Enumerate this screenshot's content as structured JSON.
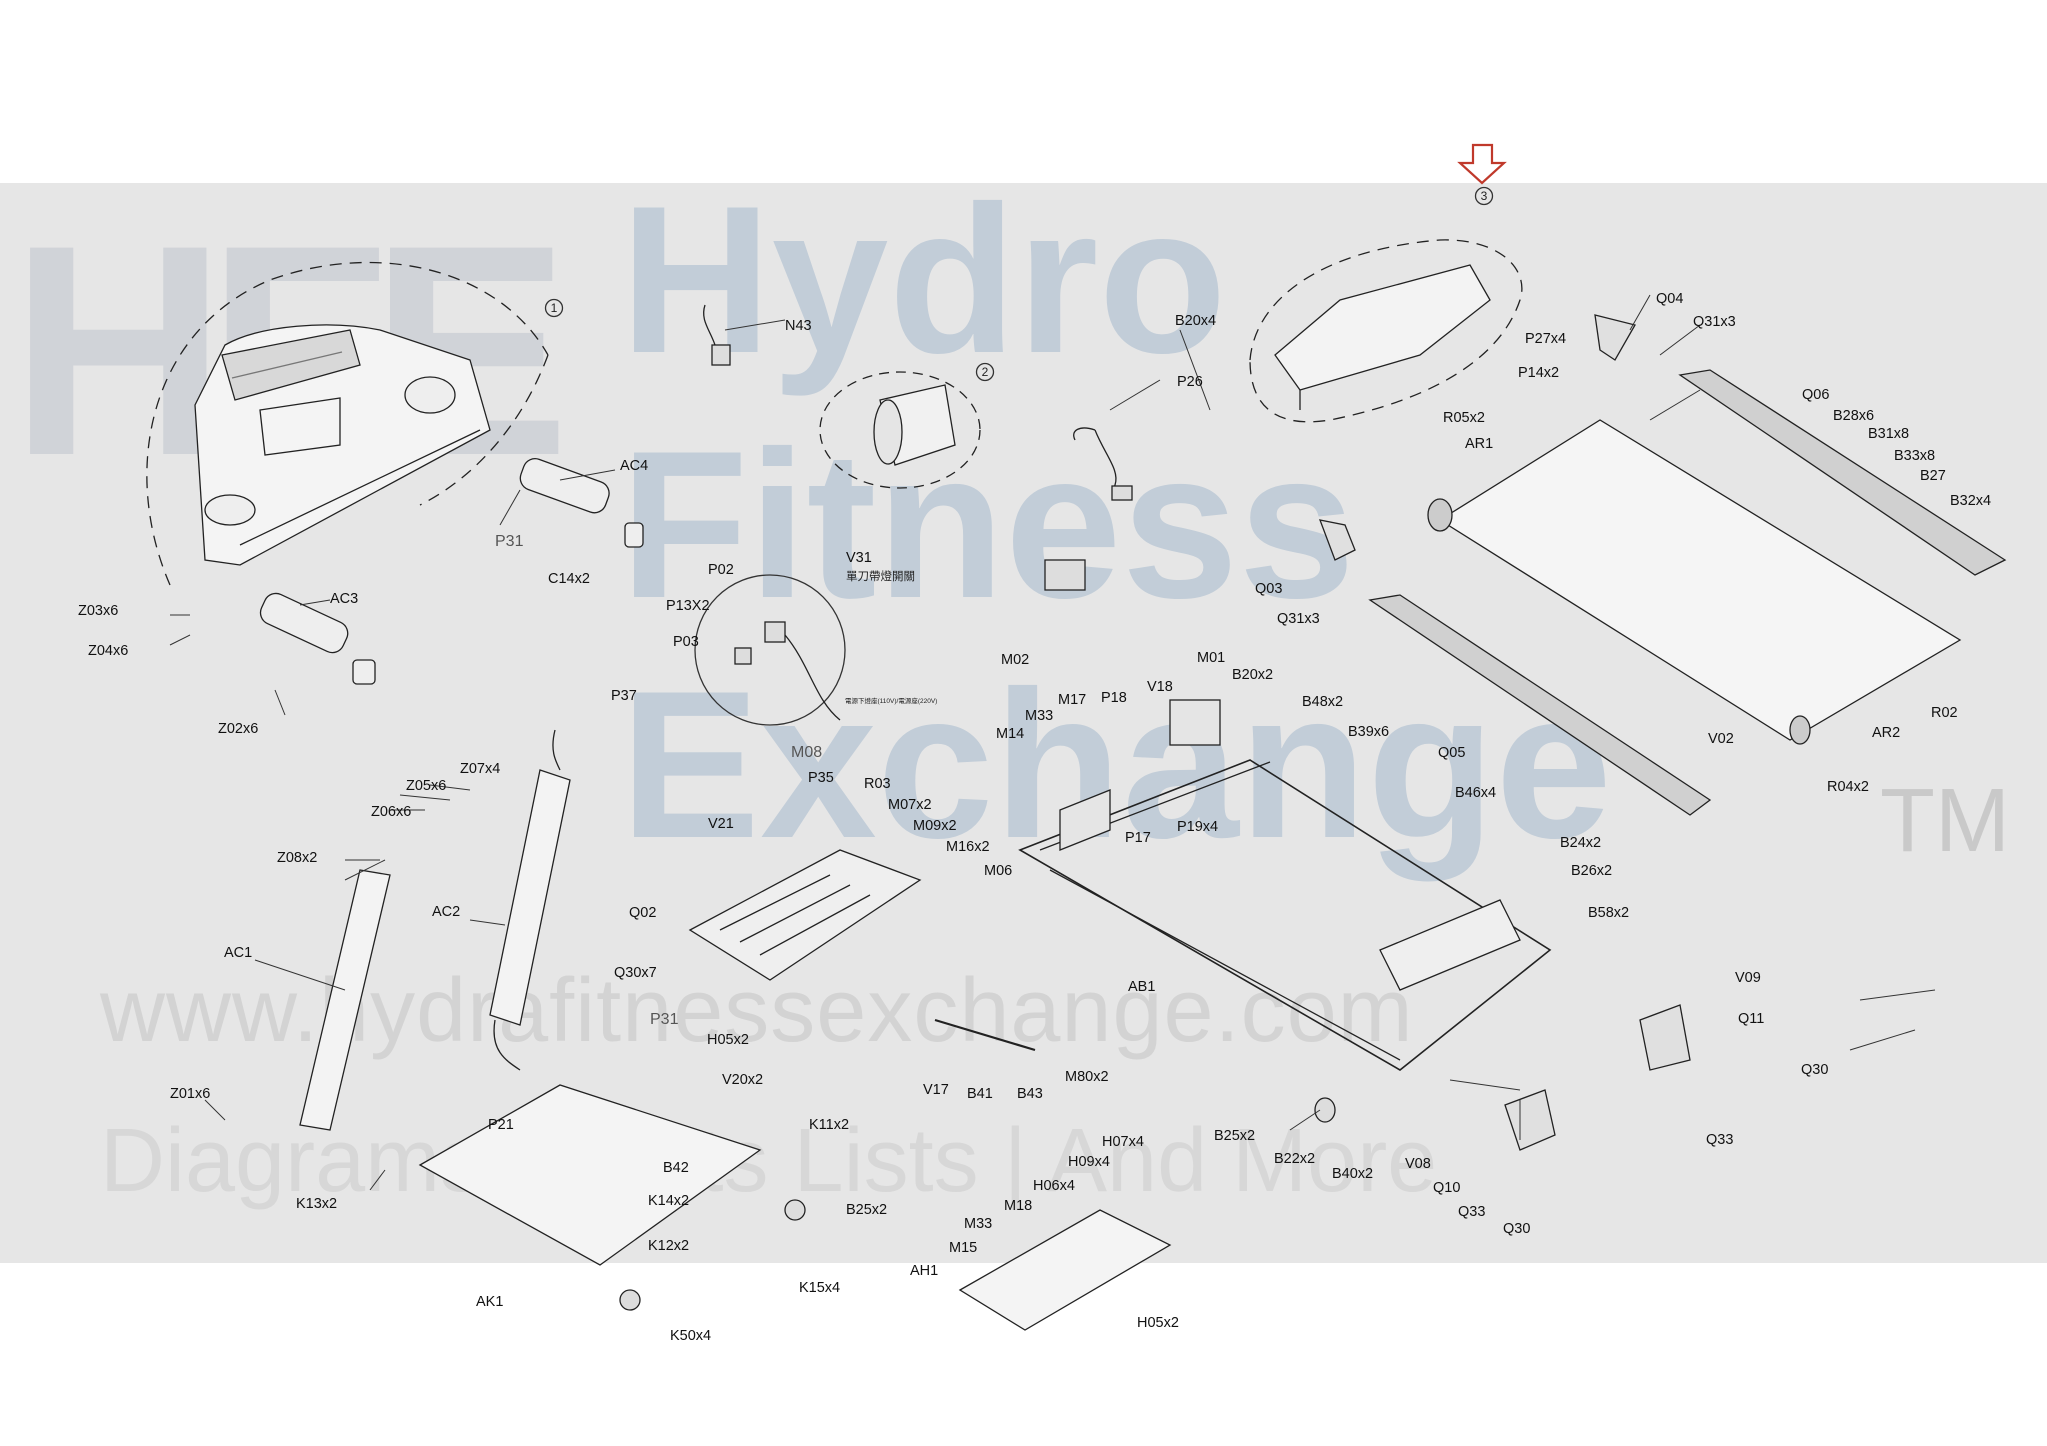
{
  "watermark": {
    "logo_letters": "HFE",
    "line1": "Hydro",
    "line2": "Fitness",
    "line3": "Exchange",
    "tm": "TM",
    "url": "www.hydrafitnessexchange.com",
    "tagline": "Diagrams | Parts Lists | And More"
  },
  "colors": {
    "arrow": "#c0392b",
    "band": "#e6e6e6",
    "line": "#222222"
  },
  "callouts": [
    "1",
    "2",
    "3"
  ],
  "chinese_notes": {
    "v31_note": "單刀帶燈開關",
    "m08_note": "電源下燈座(110V)/電源座(220V)"
  },
  "parts": [
    {
      "id": "N43"
    },
    {
      "id": "AC4"
    },
    {
      "id": "P31"
    },
    {
      "id": "C14x2"
    },
    {
      "id": "AC3"
    },
    {
      "id": "Z03x6"
    },
    {
      "id": "Z04x6"
    },
    {
      "id": "Z02x6"
    },
    {
      "id": "P02"
    },
    {
      "id": "P13X2"
    },
    {
      "id": "P03"
    },
    {
      "id": "V31"
    },
    {
      "id": "M08"
    },
    {
      "id": "P35"
    },
    {
      "id": "P37"
    },
    {
      "id": "Z07x4"
    },
    {
      "id": "Z05x6"
    },
    {
      "id": "Z06x6"
    },
    {
      "id": "Z08x2"
    },
    {
      "id": "AC1"
    },
    {
      "id": "AC2"
    },
    {
      "id": "Z01x6"
    },
    {
      "id": "K13x2"
    },
    {
      "id": "AK1"
    },
    {
      "id": "K50x4"
    },
    {
      "id": "K15x4"
    },
    {
      "id": "K12x2"
    },
    {
      "id": "K14x2"
    },
    {
      "id": "B42"
    },
    {
      "id": "K11x2"
    },
    {
      "id": "B25x2"
    },
    {
      "id": "P21"
    },
    {
      "id": "P31"
    },
    {
      "id": "H05x2"
    },
    {
      "id": "V20x2"
    },
    {
      "id": "Q30x7"
    },
    {
      "id": "Q02"
    },
    {
      "id": "V21"
    },
    {
      "id": "R03"
    },
    {
      "id": "M07x2"
    },
    {
      "id": "M09x2"
    },
    {
      "id": "M16x2"
    },
    {
      "id": "M06"
    },
    {
      "id": "M14"
    },
    {
      "id": "M33"
    },
    {
      "id": "M17"
    },
    {
      "id": "P18"
    },
    {
      "id": "V18"
    },
    {
      "id": "M01"
    },
    {
      "id": "B20x2"
    },
    {
      "id": "P17"
    },
    {
      "id": "P19x4"
    },
    {
      "id": "M02"
    },
    {
      "id": "P26"
    },
    {
      "id": "B20x4"
    },
    {
      "id": "Q03"
    },
    {
      "id": "Q31x3"
    },
    {
      "id": "B48x2"
    },
    {
      "id": "B39x6"
    },
    {
      "id": "B46x4"
    },
    {
      "id": "B24x2"
    },
    {
      "id": "B26x2"
    },
    {
      "id": "B58x2"
    },
    {
      "id": "AB1"
    },
    {
      "id": "V17"
    },
    {
      "id": "B41"
    },
    {
      "id": "B43"
    },
    {
      "id": "M80x2"
    },
    {
      "id": "B25x2"
    },
    {
      "id": "B22x2"
    },
    {
      "id": "B40x2"
    },
    {
      "id": "V08"
    },
    {
      "id": "Q10"
    },
    {
      "id": "Q33"
    },
    {
      "id": "Q30"
    },
    {
      "id": "V09"
    },
    {
      "id": "Q11"
    },
    {
      "id": "Q30"
    },
    {
      "id": "Q33"
    },
    {
      "id": "Q04"
    },
    {
      "id": "Q31x3"
    },
    {
      "id": "P27x4"
    },
    {
      "id": "P14x2"
    },
    {
      "id": "R05x2"
    },
    {
      "id": "AR1"
    },
    {
      "id": "Q06"
    },
    {
      "id": "B28x6"
    },
    {
      "id": "B31x8"
    },
    {
      "id": "B33x8"
    },
    {
      "id": "B27"
    },
    {
      "id": "B32x4"
    },
    {
      "id": "Q05"
    },
    {
      "id": "V02"
    },
    {
      "id": "AR2"
    },
    {
      "id": "R02"
    },
    {
      "id": "R04x2"
    },
    {
      "id": "H07x4"
    },
    {
      "id": "H09x4"
    },
    {
      "id": "H06x4"
    },
    {
      "id": "M18"
    },
    {
      "id": "M33"
    },
    {
      "id": "M15"
    },
    {
      "id": "AH1"
    },
    {
      "id": "H05x2"
    }
  ]
}
